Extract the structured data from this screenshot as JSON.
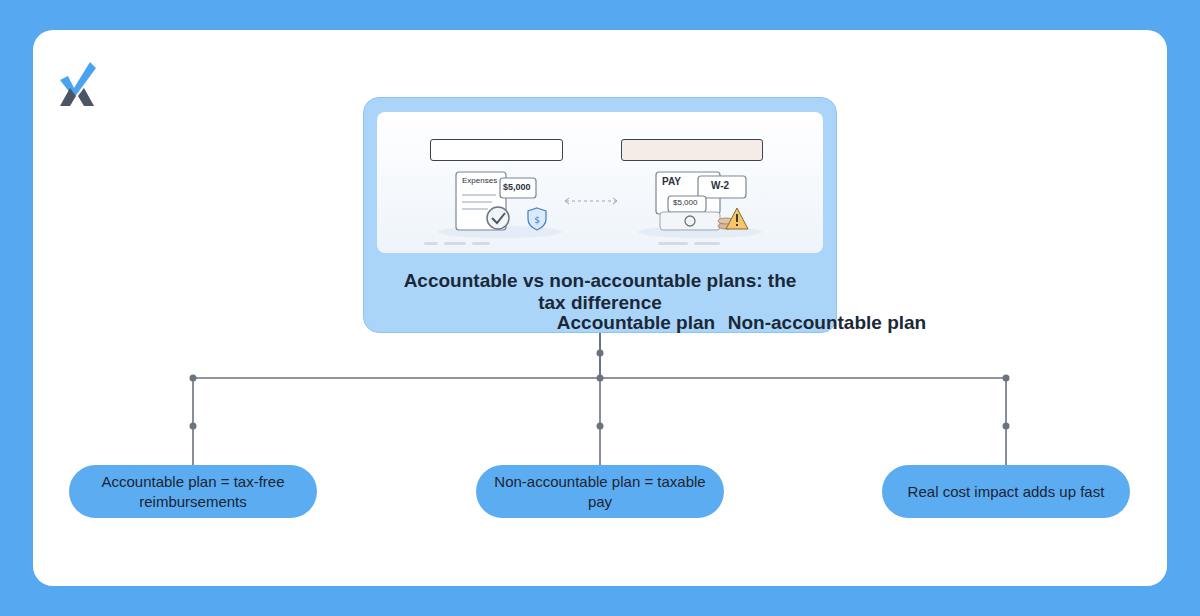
{
  "diagram": {
    "nodes": [
      {
        "text": [
          "Accountable vs non-accountable plans: the tax difference"
        ]
      },
      {
        "text": [
          "Accountable plan"
        ],
        "in": 0
      },
      {
        "text": [
          "Non-accountable plan"
        ],
        "in": 0
      },
      {
        "text": [
          "Accountable plan = tax-free reimbursements"
        ]
      },
      {
        "text": [
          "Non-accountable plan = taxable pay"
        ]
      },
      {
        "text": [
          "Real cost impact adds up fast"
        ]
      }
    ],
    "edges": [
      {
        "from": 0,
        "to": 3,
        "arrow": "none"
      },
      {
        "from": 0,
        "to": 4,
        "arrow": "none"
      },
      {
        "from": 0,
        "to": 5,
        "arrow": "none"
      }
    ],
    "labels": [
      "Expenses",
      "$5,000",
      "PAY",
      "W-2",
      "$5,000"
    ]
  }
}
